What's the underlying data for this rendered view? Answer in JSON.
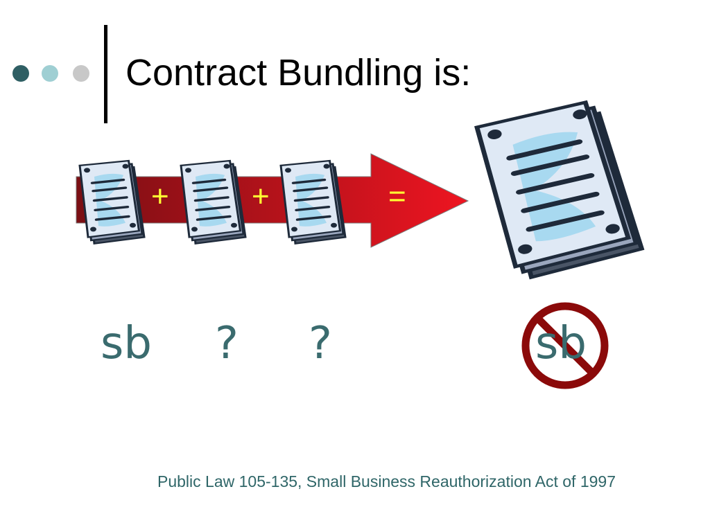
{
  "slide": {
    "title": "Contract Bundling is:",
    "bullet_dot_colors": [
      "#2f5f64",
      "#9fcfd3",
      "#c8c8c8"
    ]
  },
  "diagram": {
    "operators": [
      "+",
      "+",
      "="
    ],
    "labels": [
      "sb",
      "?",
      "?"
    ],
    "result_label": "sb",
    "arrow_color": "#d8131c",
    "prohibition_color": "#8b0a0a"
  },
  "footer": {
    "citation": "Public Law 105-135, Small Business Reauthorization Act of 1997"
  }
}
